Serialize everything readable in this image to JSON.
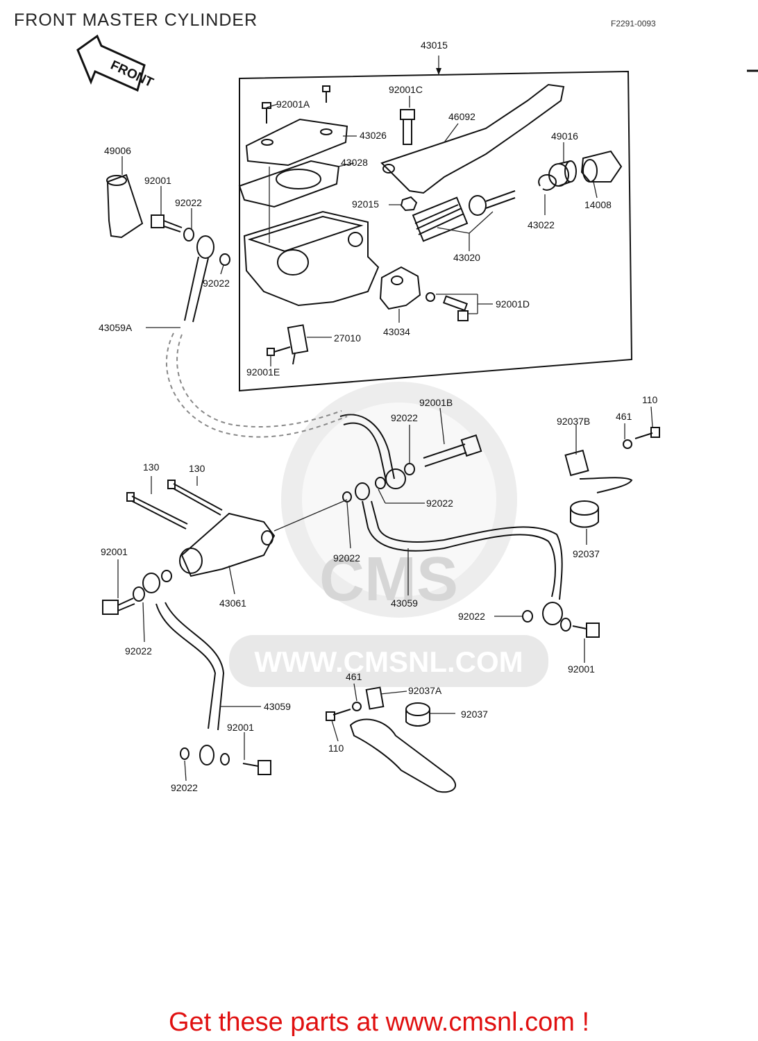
{
  "header": {
    "title": "FRONT MASTER CYLINDER",
    "ref": "F2291-0093"
  },
  "front_arrow_text": "FRONT",
  "watermark": {
    "brand": "CMS",
    "url": "WWW.CMSNL.COM"
  },
  "footer": {
    "promo": "Get these parts at www.cmsnl.com !"
  },
  "labels": {
    "p43015": "43015",
    "p92001A": "92001A",
    "p92001C": "92001C",
    "p46092": "46092",
    "p43026": "43026",
    "p43028": "43028",
    "p49016": "49016",
    "p14008": "14008",
    "p92015": "92015",
    "p43022": "43022",
    "p43020": "43020",
    "p92001D": "92001D",
    "p43034": "43034",
    "p27010": "27010",
    "p92001E": "92001E",
    "p49006": "49006",
    "p92001_a": "92001",
    "p92022_a": "92022",
    "p92022_b": "92022",
    "p43059A": "43059A",
    "p92001B": "92001B",
    "p92022_c": "92022",
    "p92022_d": "92022",
    "p92022_e": "92022",
    "p92037B": "92037B",
    "p461_a": "461",
    "p110_a": "110",
    "p92037_a": "92037",
    "p130_a": "130",
    "p130_b": "130",
    "p92001_b": "92001",
    "p43061": "43061",
    "p43059_a": "43059",
    "p92022_f": "92022",
    "p92022_g": "92022",
    "p92001_c": "92001",
    "p461_b": "461",
    "p92037A": "92037A",
    "p92037_b": "92037",
    "p110_b": "110",
    "p43059_b": "43059",
    "p92001_d": "92001",
    "p92022_h": "92022"
  }
}
